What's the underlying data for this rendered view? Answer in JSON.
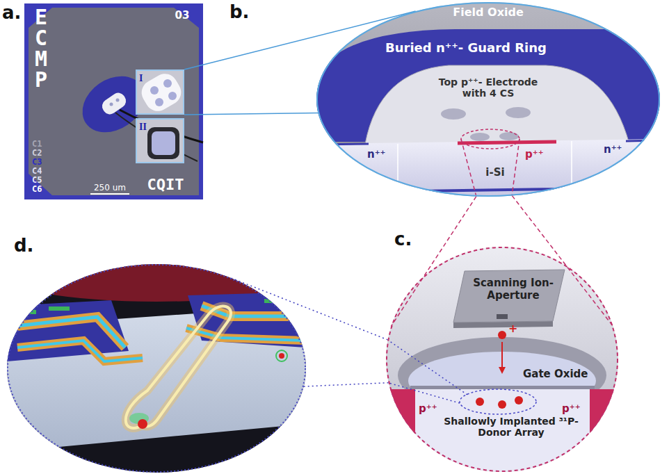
{
  "diagram": {
    "nodes": [
      {
        "text": [
          "a."
        ]
      },
      {
        "text": [
          "I"
        ],
        "in": 0
      },
      {
        "text": [
          "II"
        ],
        "in": 0
      },
      {
        "text": [
          "b."
        ]
      },
      {
        "text": [
          "c."
        ]
      },
      {
        "text": [
          "d."
        ]
      }
    ],
    "edges": [
      {
        "from": 1,
        "to": 3,
        "arrow": "none"
      },
      {
        "from": 3,
        "to": 4,
        "arrow": "none"
      },
      {
        "from": 4,
        "to": 5,
        "arrow": "none"
      }
    ],
    "labels": [
      "ECMP",
      "03",
      "250 um",
      "CQIT",
      "C1",
      "C2",
      "C3",
      "C4",
      "C5",
      "C6",
      "Field Oxide",
      "Buried n⁺⁺- Guard Ring",
      "Top p⁺⁺- Electrode with 4 CS",
      "n⁺⁺",
      "p⁺⁺",
      "i-Si",
      "n⁺⁺",
      "Scanning Ion-Aperture",
      "+",
      "Gate Oxide",
      "Shallowly Implanted ³¹P-Donor Array",
      "p⁺⁺",
      "p⁺⁺"
    ]
  }
}
